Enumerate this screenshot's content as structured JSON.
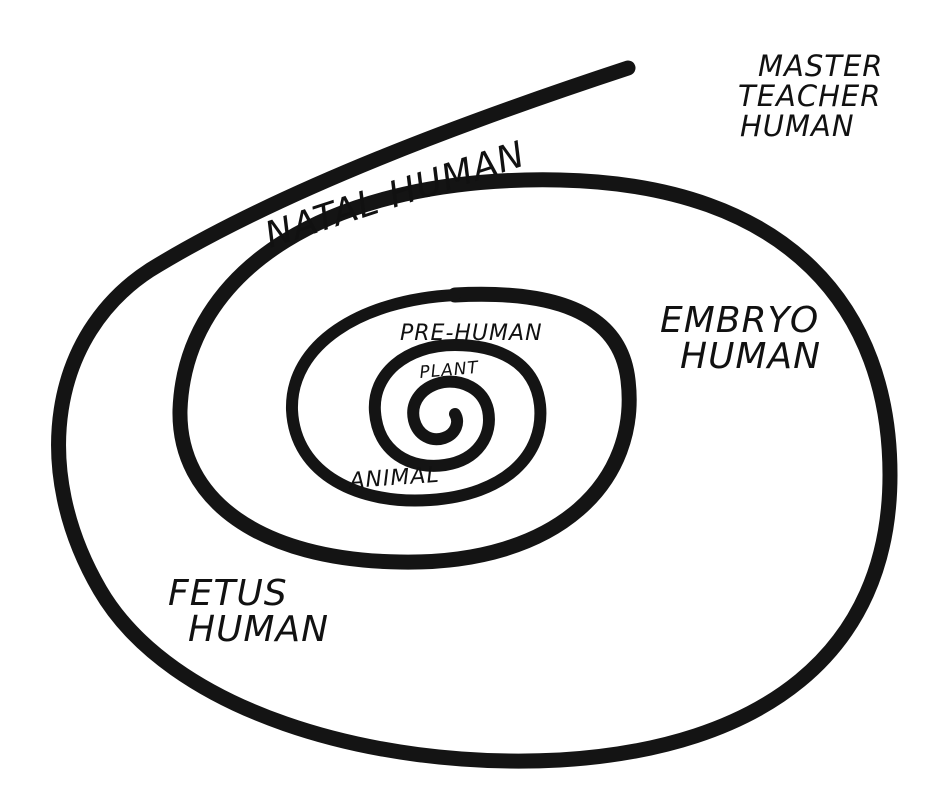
{
  "diagram": {
    "labels": {
      "natal": "NATAL HUMAN",
      "master_line1": "MASTER",
      "master_line2": "TEACHER",
      "master_line3": "HUMAN",
      "embryo_line1": "EMBRYO",
      "embryo_line2": "HUMAN",
      "fetus_line1": "FETUS",
      "fetus_line2": "HUMAN",
      "prehuman": "PRE-HUMAN",
      "plant": "PLANT",
      "animal": "ANIMAL"
    },
    "colors": {
      "ink": "#141414",
      "paper": "#ffffff"
    }
  }
}
